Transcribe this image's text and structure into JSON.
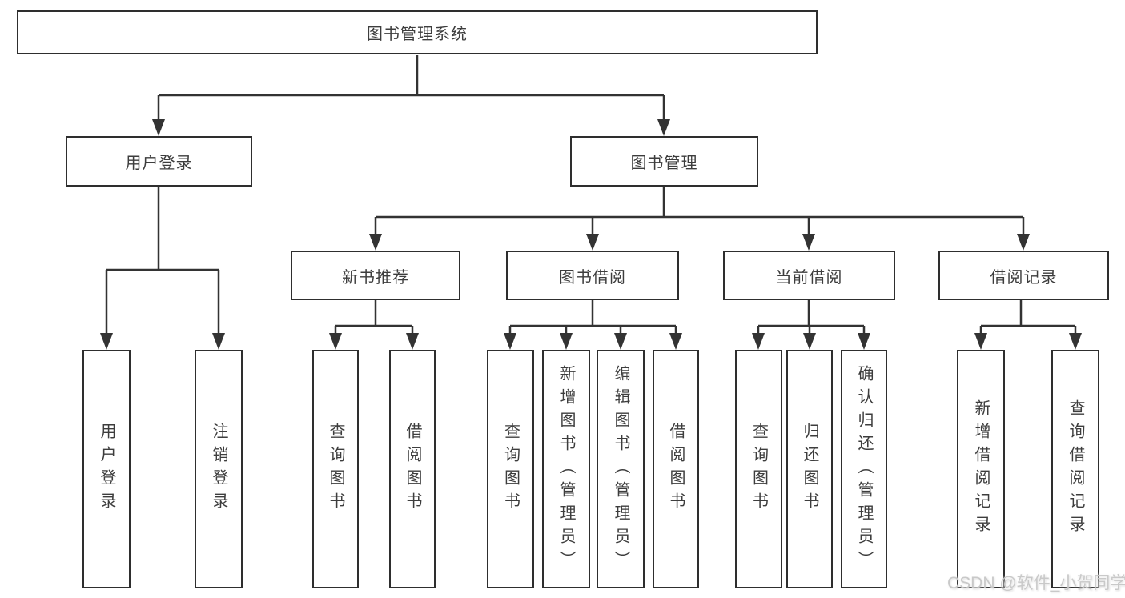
{
  "diagram": {
    "root": {
      "label": "图书管理系统"
    },
    "branches": [
      {
        "label": "用户登录",
        "children": [
          {
            "label": "用户登录"
          },
          {
            "label": "注销登录"
          }
        ]
      },
      {
        "label": "图书管理",
        "groups": [
          {
            "label": "新书推荐",
            "children": [
              {
                "label": "查询图书"
              },
              {
                "label": "借阅图书"
              }
            ]
          },
          {
            "label": "图书借阅",
            "children": [
              {
                "label": "查询图书"
              },
              {
                "label": "新增图书（管理员）"
              },
              {
                "label": "编辑图书（管理员）"
              },
              {
                "label": "借阅图书"
              }
            ]
          },
          {
            "label": "当前借阅",
            "children": [
              {
                "label": "查询图书"
              },
              {
                "label": "归还图书"
              },
              {
                "label": "确认归还（管理员）"
              }
            ]
          },
          {
            "label": "借阅记录",
            "children": [
              {
                "label": "新增借阅记录"
              },
              {
                "label": "查询借阅记录"
              }
            ]
          }
        ]
      }
    ],
    "watermark": {
      "text": "CSDN @软件_小贺同学"
    },
    "colors": {
      "line": "#333333",
      "box_border": "#2e2e2e",
      "text": "#3d3d3d",
      "watermark": "#c6c6c6",
      "background": "#ffffff"
    }
  }
}
